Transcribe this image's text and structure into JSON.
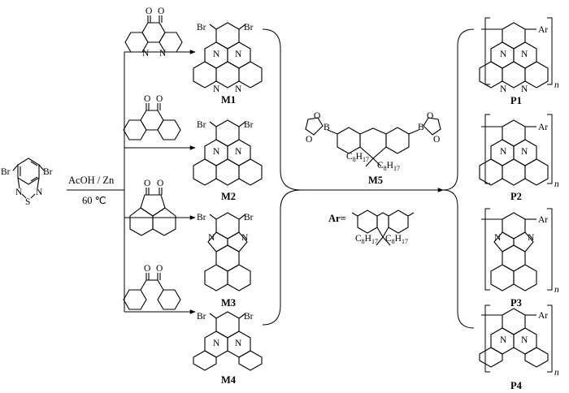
{
  "starting_material": {
    "left_substituent": "Br",
    "right_substituent": "Br",
    "ring_atoms": [
      "N",
      "S",
      "N"
    ]
  },
  "reaction": {
    "reagent": "AcOH / Zn",
    "temperature": "60 ℃"
  },
  "monomers": [
    {
      "label": "M1",
      "substituents": [
        "Br",
        "Br"
      ],
      "ring_atoms": [
        "N",
        "N",
        "N",
        "N"
      ]
    },
    {
      "label": "M2",
      "substituents": [
        "Br",
        "Br"
      ],
      "ring_atoms": [
        "N",
        "N"
      ]
    },
    {
      "label": "M3",
      "substituents": [
        "Br",
        "Br"
      ],
      "ring_atoms": [
        "N",
        "N"
      ]
    },
    {
      "label": "M4",
      "substituents": [
        "Br",
        "Br"
      ],
      "ring_atoms": [
        "N",
        "N"
      ]
    }
  ],
  "diketones": [
    {
      "atoms": [
        "O",
        "O",
        "N",
        "N"
      ]
    },
    {
      "atoms": [
        "O",
        "O"
      ]
    },
    {
      "atoms": [
        "O",
        "O"
      ]
    },
    {
      "atoms": [
        "O",
        "O"
      ]
    }
  ],
  "comonomer": {
    "label": "M5",
    "boron": "B",
    "oxygen": "O",
    "alkyl": "C8H17",
    "alkyl_base": "C",
    "alkyl_sub1": "8",
    "alkyl_mid": "H",
    "alkyl_sub2": "17"
  },
  "ar_definition": {
    "label": "Ar=",
    "alkyl": "C8H17"
  },
  "polymers": [
    {
      "label": "P1",
      "ar": "Ar",
      "subscript": "n"
    },
    {
      "label": "P2",
      "ar": "Ar",
      "subscript": "n"
    },
    {
      "label": "P3",
      "ar": "Ar",
      "subscript": "n"
    },
    {
      "label": "P4",
      "ar": "Ar",
      "subscript": "n"
    }
  ]
}
